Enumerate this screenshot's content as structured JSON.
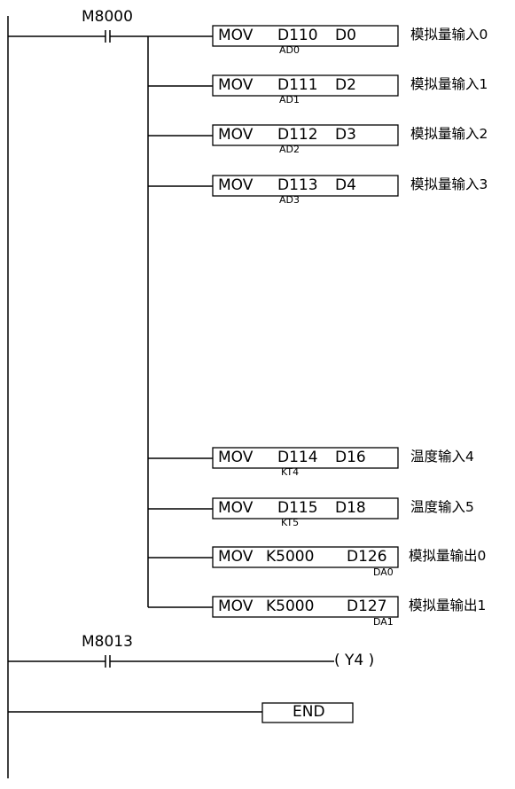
{
  "rungs": [
    {
      "contact": "M8000",
      "instructions": [
        {
          "op": "MOV",
          "src": "D110",
          "dst": "D0",
          "sub": "AD0",
          "comment": "模拟量输入0"
        },
        {
          "op": "MOV",
          "src": "D111",
          "dst": "D2",
          "sub": "AD1",
          "comment": "模拟量输入1"
        },
        {
          "op": "MOV",
          "src": "D112",
          "dst": "D3",
          "sub": "AD2",
          "comment": "模拟量输入2"
        },
        {
          "op": "MOV",
          "src": "D113",
          "dst": "D4",
          "sub": "AD3",
          "comment": "模拟量输入3"
        },
        {
          "op": "MOV",
          "src": "D114",
          "dst": "D16",
          "sub": "KT4",
          "comment": "温度输入4"
        },
        {
          "op": "MOV",
          "src": "D115",
          "dst": "D18",
          "sub": "KT5",
          "comment": "温度输入5"
        },
        {
          "op": "MOV",
          "src": "K5000",
          "dst": "D126",
          "sub": "DA0",
          "comment": "模拟量输出0"
        },
        {
          "op": "MOV",
          "src": "K5000",
          "dst": "D127",
          "sub": "DA1",
          "comment": "模拟量输出1"
        }
      ]
    },
    {
      "contact": "M8013",
      "coil": "( Y4 )"
    }
  ],
  "end_label": "END"
}
